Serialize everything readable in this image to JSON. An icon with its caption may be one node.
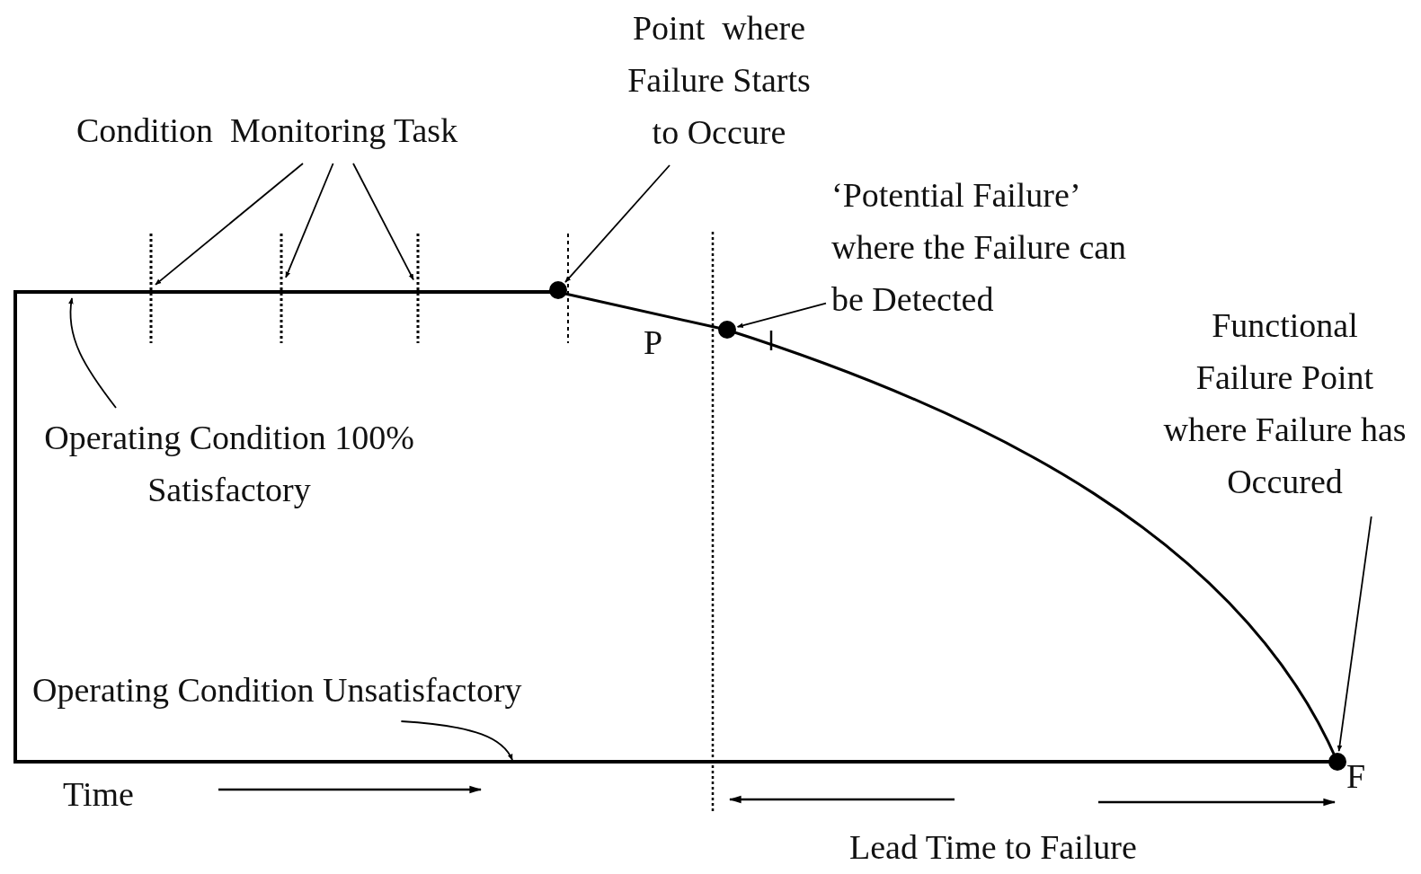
{
  "diagram": {
    "nodes": [
      {
        "text": [
          "Condition  Monitoring Task"
        ]
      },
      {
        "text": [],
        "shape": "line"
      },
      {
        "text": [],
        "shape": "line"
      },
      {
        "text": [],
        "shape": "line"
      },
      {
        "text": [
          "Point  where Failure Starts to Occure"
        ]
      },
      {
        "text": [],
        "shape": "circle"
      },
      {
        "text": [
          "‘Potential Failure’ where the Failure can be Detected"
        ]
      },
      {
        "text": [],
        "shape": "circle"
      },
      {
        "text": [
          "Functional Failure Point where Failure has Occured"
        ]
      },
      {
        "text": [],
        "shape": "circle"
      },
      {
        "text": [
          "Operating Condition 100% Satisfactory"
        ]
      },
      {
        "text": [
          "Operating Condition Unsatisfactory"
        ]
      }
    ],
    "edges": [
      {
        "from": 0,
        "to": 1,
        "arrow": "to"
      },
      {
        "from": 0,
        "to": 2,
        "arrow": "to"
      },
      {
        "from": 0,
        "to": 3,
        "arrow": "to"
      },
      {
        "from": 4,
        "to": 5,
        "arrow": "to"
      },
      {
        "from": 6,
        "to": 7,
        "arrow": "to"
      },
      {
        "from": 8,
        "to": 9,
        "arrow": "to"
      },
      {
        "from": 10,
        "to": null,
        "arrow": "to"
      },
      {
        "from": 11,
        "to": null,
        "arrow": "to"
      }
    ],
    "labels": [
      "P",
      "F",
      "Time",
      "Lead Time to Failure"
    ]
  }
}
